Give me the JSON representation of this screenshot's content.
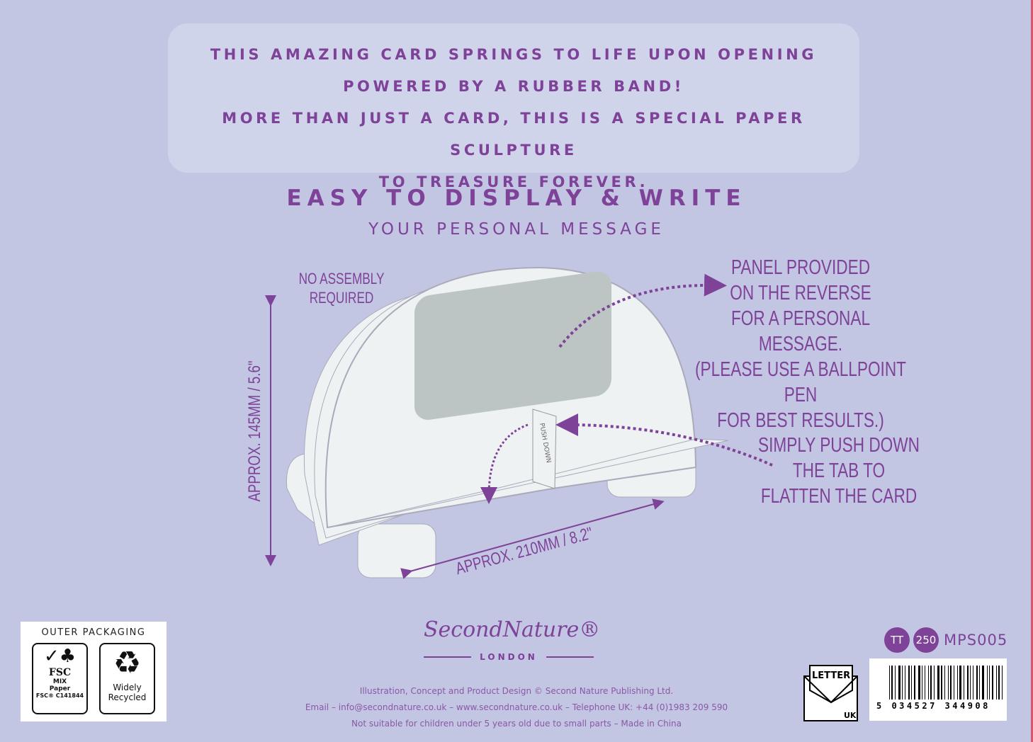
{
  "intro": [
    "THIS AMAZING CARD SPRINGS TO LIFE UPON OPENING",
    "POWERED BY A RUBBER BAND!",
    "MORE THAN JUST A CARD, THIS IS A SPECIAL PAPER SCULPTURE",
    "TO TREASURE FOREVER."
  ],
  "heading": "EASY TO DISPLAY & WRITE",
  "subheading": "YOUR PERSONAL MESSAGE",
  "diagram": {
    "no_assembly": [
      "NO ASSEMBLY",
      "REQUIRED"
    ],
    "height": "APPROX. 145MM / 5.6\"",
    "width": "APPROX. 210MM / 8.2\"",
    "tab_label": "PUSH DOWN",
    "panel_note": [
      "PANEL PROVIDED",
      "ON THE REVERSE",
      "FOR A PERSONAL MESSAGE.",
      "(PLEASE USE A BALLPOINT PEN",
      "FOR BEST RESULTS.)"
    ],
    "push_note": [
      "SIMPLY PUSH DOWN",
      "THE TAB TO",
      "FLATTEN THE CARD"
    ]
  },
  "packaging": {
    "title": "OUTER  PACKAGING",
    "fsc": [
      "FSC",
      "MIX",
      "Paper",
      "FSC® C141844"
    ],
    "recycle": [
      "Widely",
      "Recycled"
    ]
  },
  "brand": {
    "logo": "SecondNature®",
    "city": "LONDON"
  },
  "footer": [
    "Illustration, Concept and Product Design © Second Nature Publishing Ltd.",
    "Email – info@secondnature.co.uk – www.secondnature.co.uk – Telephone UK: +44 (0)1983 209 590",
    "Not suitable for children under 5 years old due to small parts – Made in China"
  ],
  "codes": {
    "tt": "TT",
    "num": "250",
    "sku": "MPS005",
    "letter": "LETTER",
    "uk": "UK",
    "barcode": "5 034527 344908"
  },
  "colors": {
    "background": "#c3c6e2",
    "accent": "#7e4299"
  }
}
